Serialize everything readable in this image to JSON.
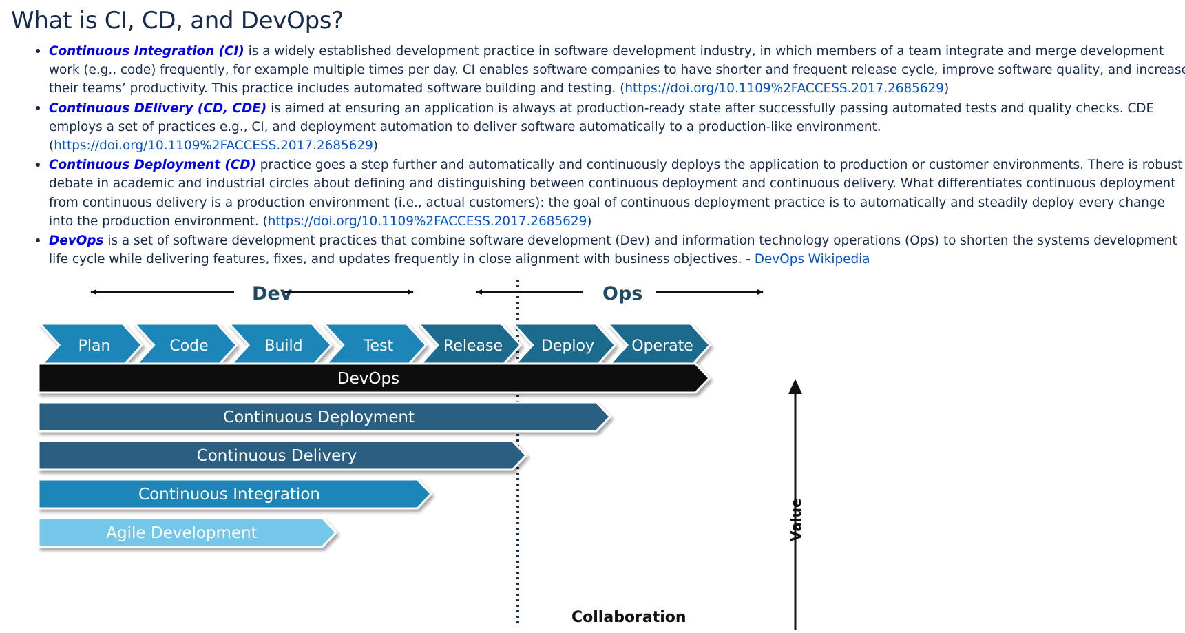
{
  "page": {
    "title": "What is CI, CD, and DevOps?"
  },
  "definitions": [
    {
      "term": "Continuous Integration (CI)",
      "text": " is a widely established development practice in software development industry, in which members of a team integrate and merge development work (e.g., code) frequently, for example multiple times per day. CI enables software companies to have shorter and frequent release cycle, improve software quality, and increase their teams’ productivity. This practice includes automated software building and testing. (",
      "link": "https://doi.org/10.1109%2FACCESS.2017.2685629",
      "after": ")"
    },
    {
      "term": "Continuous DElivery (CD, CDE)",
      "text": " is aimed at ensuring an application is always at production-ready state after successfully passing automated tests and quality checks. CDE employs a set of practices e.g., CI, and deployment automation to deliver software automatically to a production-like environment. (",
      "link": "https://doi.org/10.1109%2FACCESS.2017.2685629",
      "after": ")"
    },
    {
      "term": "Continuous Deployment (CD)",
      "text": " practice goes a step further and automatically and continuously deploys the application to production or customer environments. There is robust debate in academic and industrial circles about defining and distinguishing between continuous deployment and continuous delivery. What differentiates continuous deployment from continuous delivery is a production environment (i.e., actual customers): the goal of continuous deployment practice is to automatically and steadily deploy every change into the production environment. (",
      "link": "https://doi.org/10.1109%2FACCESS.2017.2685629",
      "after": ")"
    },
    {
      "term": "DevOps",
      "text": " is a set of software development practices that combine software development (Dev) and information technology operations (Ops) to shorten the systems development life cycle while delivering features, fixes, and updates frequently in close alignment with business objectives. - ",
      "link": "DevOps Wikipedia",
      "after": ""
    }
  ],
  "diagram": {
    "phase_dev": "Dev",
    "phase_ops": "Ops",
    "stages": [
      {
        "label": "Plan",
        "color": "#1b86b8"
      },
      {
        "label": "Code",
        "color": "#1b86b8"
      },
      {
        "label": "Build",
        "color": "#1b86b8"
      },
      {
        "label": "Test",
        "color": "#1b86b8"
      },
      {
        "label": "Release",
        "color": "#1e6a8c"
      },
      {
        "label": "Deploy",
        "color": "#1e6a8c"
      },
      {
        "label": "Operate",
        "color": "#1e6a8c"
      }
    ],
    "bars": [
      {
        "label": "DevOps",
        "color": "#111111",
        "text_color": "#ffffff"
      },
      {
        "label": "Continuous Deployment",
        "color": "#2a5f82",
        "text_color": "#ffffff"
      },
      {
        "label": "Continuous Delivery",
        "color": "#2a5f82",
        "text_color": "#ffffff"
      },
      {
        "label": "Continuous Integration",
        "color": "#1b86b8",
        "text_color": "#ffffff"
      },
      {
        "label": "Agile Development",
        "color": "#74c7ea",
        "text_color": "#ffffff"
      }
    ],
    "collaboration_label": "Collaboration",
    "value_label": "Value"
  }
}
